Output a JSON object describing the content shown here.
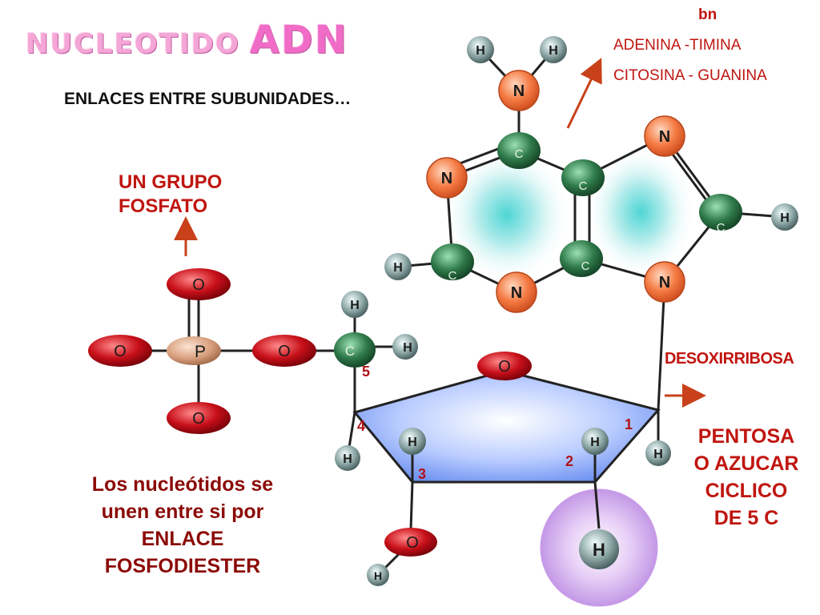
{
  "title": {
    "part1": "NUCLEOTIDO",
    "part2": "ADN"
  },
  "subtitle": "ENLACES ENTRE SUBUNIDADES…",
  "labels": {
    "fosfato_line1": "UN GRUPO",
    "fosfato_line2": "FOSFATO",
    "bn": "bn",
    "pair1": "ADENINA -TIMINA",
    "pair2": "CITOSINA - GUANINA",
    "desoxirribosa": "DESOXIRRIBOSA",
    "pentosa_lines": [
      "PENTOSA",
      "O AZUCAR",
      "CICLICO",
      "DE 5 C"
    ],
    "union_lines": [
      "Los nucleótidos se",
      "unen entre si por",
      "ENLACE",
      "FOSFODIESTER"
    ]
  },
  "carbon_numbers": [
    "1",
    "2",
    "3",
    "4",
    "5"
  ],
  "atoms": {
    "H": "H",
    "N": "N",
    "C": "C",
    "O": "O",
    "P": "P"
  },
  "colors": {
    "red_text": "#c0150f",
    "dark_red_text": "#8b0a06",
    "title_pink": "#f06cc7",
    "nitrogen": "#f07a4a",
    "carbon": "#2f7a4a",
    "hydrogen": "#8fa8a8",
    "oxygen": "#c8101a",
    "phosphorus": "#d9a07e",
    "pentose_fill": "#6f93f0",
    "highlight_purple": "#d4a8ee"
  }
}
